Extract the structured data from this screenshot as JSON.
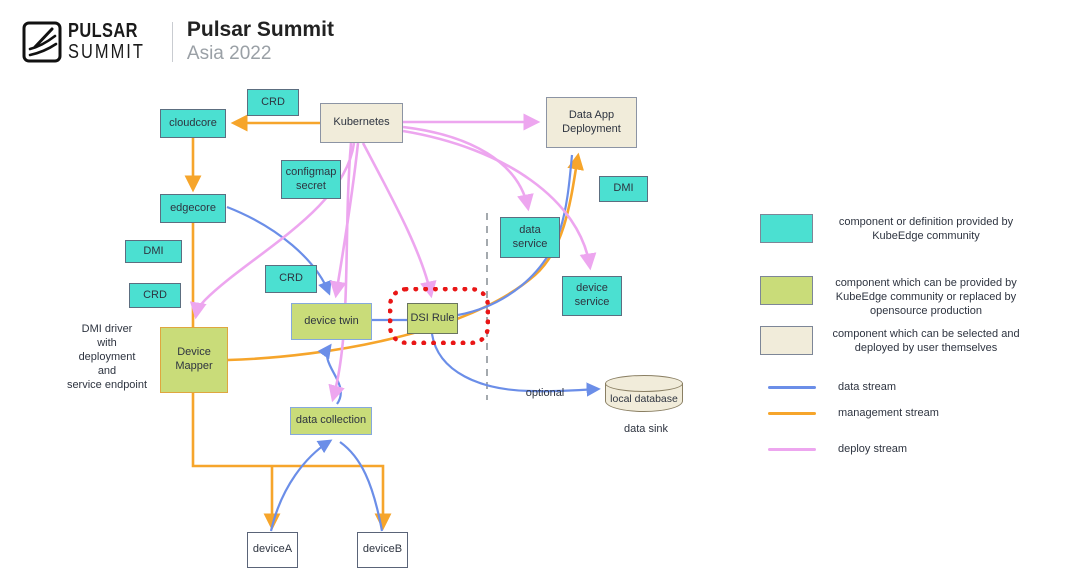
{
  "header": {
    "logo_line1": "PULSAR",
    "logo_line2": "SUMMIT",
    "title": "Pulsar Summit",
    "subtitle": "Asia 2022"
  },
  "nodes": {
    "cloudcore": "cloudcore",
    "crd_top": "CRD",
    "kubernetes": "Kubernetes",
    "data_app_deployment": "Data App Deployment",
    "configmap_secret": "configmap secret",
    "dmi_right": "DMI",
    "edgecore": "edgecore",
    "dmi_left": "DMI",
    "data_service": "data service",
    "crd_mid": "CRD",
    "crd_left": "CRD",
    "device_service": "device service",
    "device_twin": "device twin",
    "dsi_rule": "DSI Rule",
    "device_mapper": "Device Mapper",
    "data_collection": "data collection",
    "device_a": "deviceA",
    "device_b": "deviceB",
    "local_database": "local database"
  },
  "annotations": {
    "dmi_driver": "DMI driver\nwith\ndeployment\nand\nservice endpoint",
    "optional": "optional",
    "data_sink": "data sink"
  },
  "legend": {
    "swatches": [
      {
        "color": "#4BE0D1",
        "text": "component or definition provided by KubeEdge community"
      },
      {
        "color": "#C9DC79",
        "text": "component which can be provided by KubeEdge community or replaced by opensource production"
      },
      {
        "color": "#F1ECDA",
        "text": "component which can be selected and deployed by user themselves"
      }
    ],
    "streams": [
      {
        "color": "#6B8EE8",
        "label": "data stream"
      },
      {
        "color": "#F6A52B",
        "label": "management stream"
      },
      {
        "color": "#EDA6EF",
        "label": "deploy stream"
      }
    ]
  },
  "colors": {
    "teal": "#4BE0D1",
    "green": "#C9DC79",
    "beige": "#F1ECDA",
    "data_stream_blue": "#6B8EE8",
    "management_stream_orange": "#F6A52B",
    "deploy_stream_pink": "#EDA6EF",
    "highlight_red": "#E91616"
  }
}
